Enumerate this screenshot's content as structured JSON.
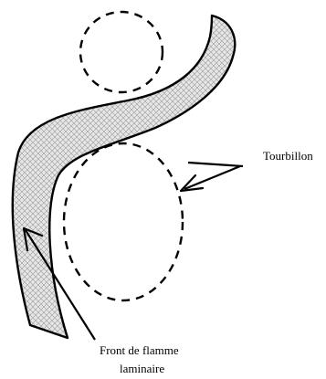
{
  "labels": {
    "eddy": "Tourbillon",
    "flame_front_line1": "Front de flamme",
    "flame_front_line2": "laminaire"
  },
  "colors": {
    "stroke": "#000000",
    "flame_fill": "#d9d9d9",
    "hatch": "#9a9a9a",
    "background": "#ffffff"
  }
}
